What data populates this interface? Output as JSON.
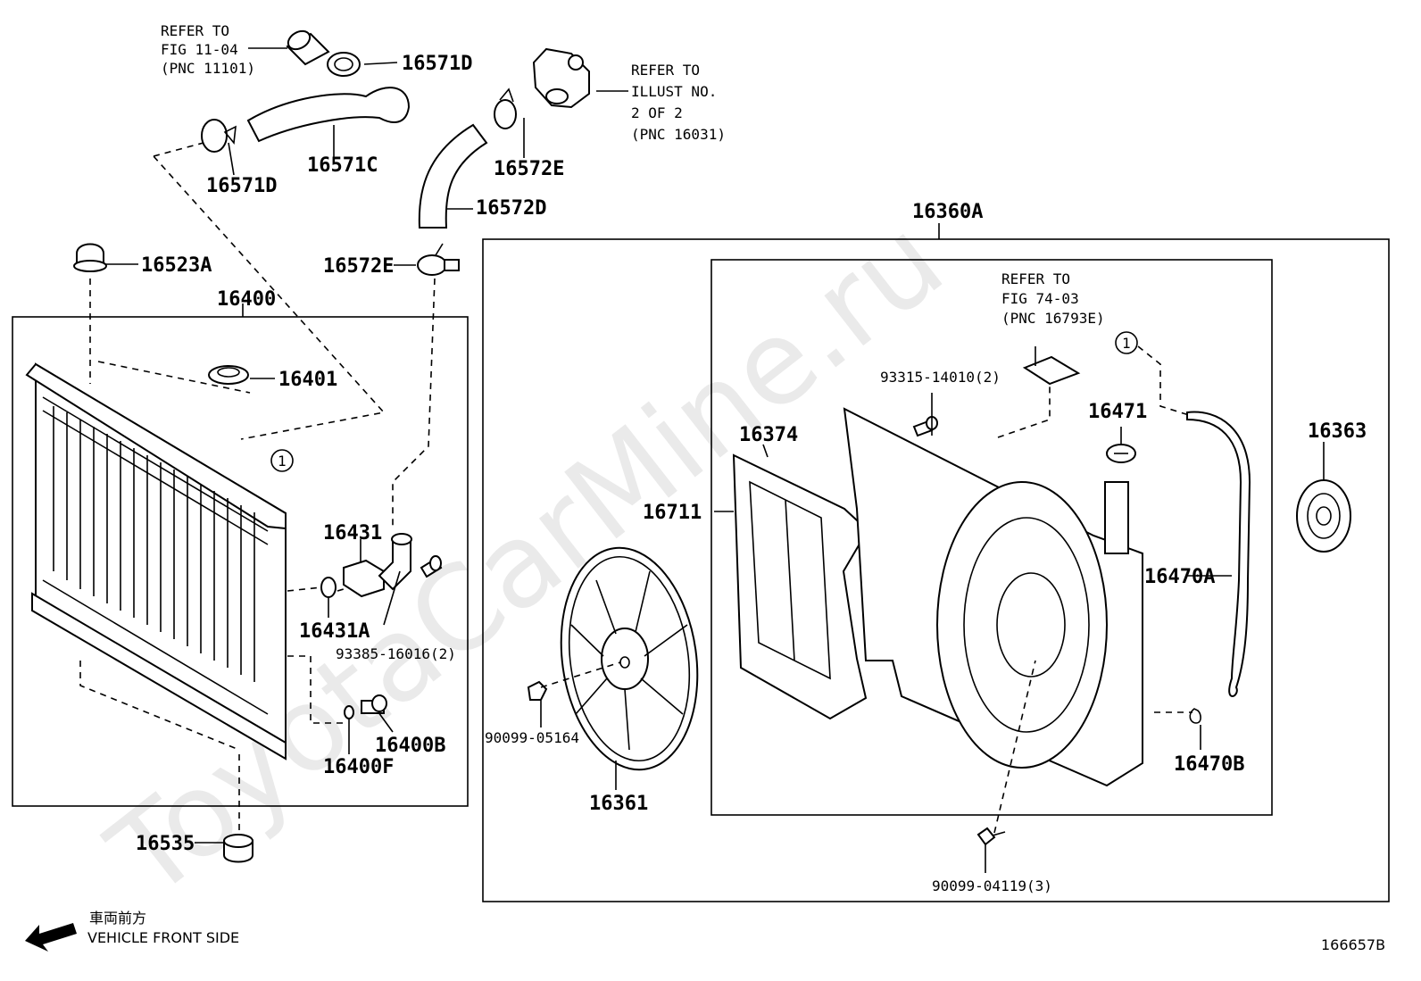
{
  "watermark": "ToyotaCarMine.ru",
  "refs": {
    "fig1104": [
      "REFER TO",
      "FIG 11-04",
      "(PNC 11101)"
    ],
    "illust": [
      "REFER TO",
      "ILLUST NO.",
      "2 OF 2",
      "(PNC 16031)"
    ],
    "fig7403": [
      "REFER TO",
      "FIG 74-03",
      "(PNC 16793E)"
    ]
  },
  "labels": {
    "p16571D_top": "16571D",
    "p16571D_bot": "16571D",
    "p16571C": "16571C",
    "p16572E_top": "16572E",
    "p16572D": "16572D",
    "p16572E_mid": "16572E",
    "p16523A": "16523A",
    "p16400": "16400",
    "p16401": "16401",
    "p16431": "16431",
    "p16431A": "16431A",
    "p93385": "93385-16016(2)",
    "p16400B": "16400B",
    "p16400F": "16400F",
    "p16535": "16535",
    "p16360A": "16360A",
    "p93315": "93315-14010(2)",
    "p16471": "16471",
    "p16374": "16374",
    "p16711": "16711",
    "p16363": "16363",
    "p16470A": "16470A",
    "p90099_05164": "90099-05164",
    "p16361": "16361",
    "p16470B": "16470B",
    "p90099_04119": "90099-04119(3)"
  },
  "callouts": {
    "c1_left": "1",
    "c1_right": "1"
  },
  "front": {
    "jp": "車両前方",
    "en": "VEHICLE FRONT SIDE"
  },
  "figure_id": "166657B"
}
